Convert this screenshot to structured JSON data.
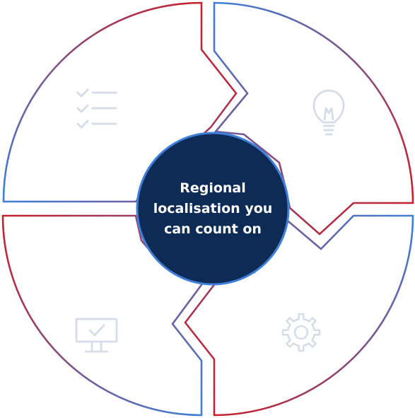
{
  "center": {
    "text": "Regional localisation you can count on"
  },
  "colors": {
    "red": "#c8202b",
    "blue": "#3f7fd8",
    "navy": "#0d2b55",
    "icon": "#d6dde8"
  },
  "segments": [
    {
      "position": "top-left",
      "icon": "checklist-icon"
    },
    {
      "position": "top-right",
      "icon": "lightbulb-icon"
    },
    {
      "position": "bottom-left",
      "icon": "monitor-check-icon"
    },
    {
      "position": "bottom-right",
      "icon": "gear-icon"
    }
  ]
}
